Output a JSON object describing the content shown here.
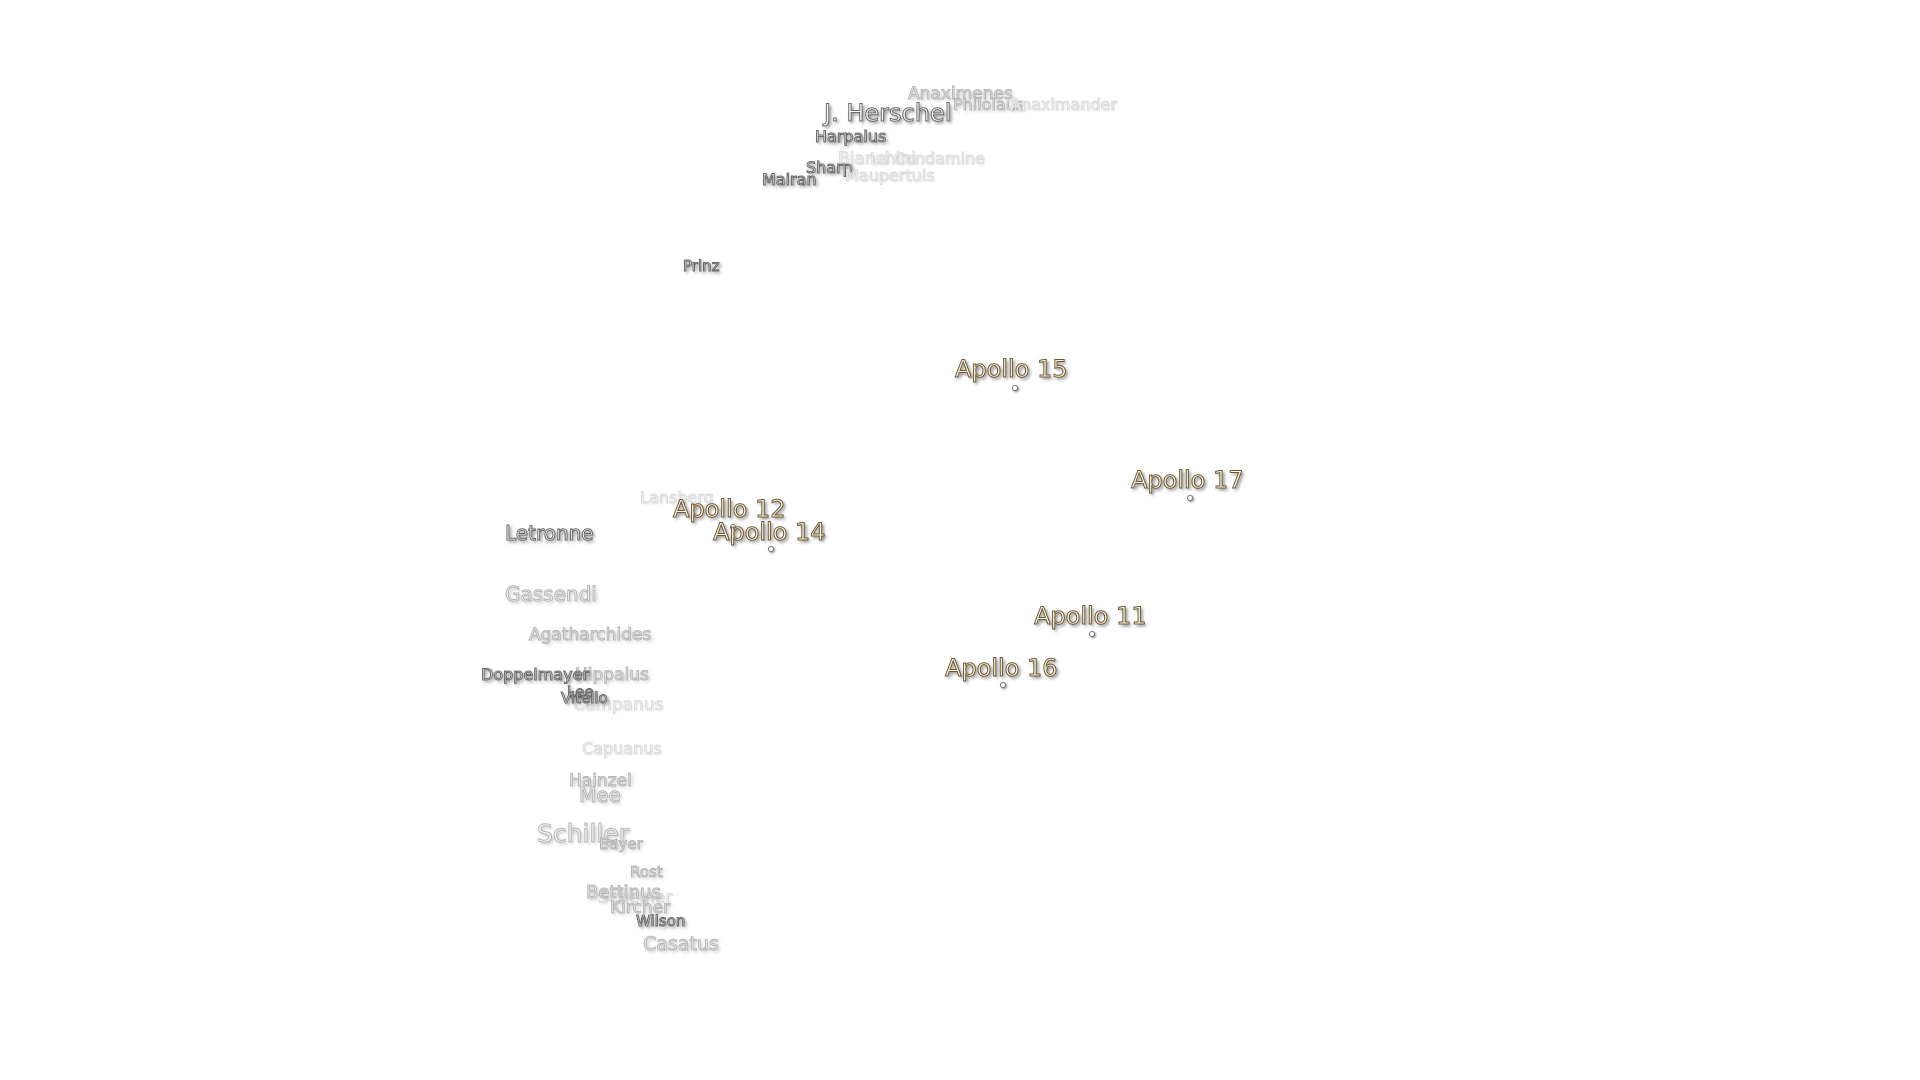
{
  "map": {
    "crater_labels": {
      "anaximenes": "Anaximenes",
      "philolaus": "Philolaus",
      "anaximander_ghost": "Anaximander",
      "j_herschel": "J. Herschel",
      "harpalus": "Harpalus",
      "bianchini_ghost": "Bianchini",
      "la_condamine_ghost": "La Condamine",
      "sharp": "Sharp",
      "maupertuis_ghost": "Maupertuis",
      "mairan": "Mairan",
      "prinz": "Prinz",
      "letronne": "Letronne",
      "lansberg_ghost": "Lansberg",
      "gassendi": "Gassendi",
      "agatharchides": "Agatharchides",
      "doppelmayer": "Doppelmayer",
      "hippalus": "Hippalus",
      "vitello": "Vitello",
      "lee": "Lee",
      "campanus": "Campanus",
      "capuanus_ghost": "Capuanus",
      "hainzel": "Hainzel",
      "mee": "Mee",
      "schiller": "Schiller",
      "bayer": "Bayer",
      "rost": "Rost",
      "bettinus": "Bettinus",
      "scheiner_ghost": "Scheiner",
      "kircher": "Kircher",
      "wilson": "Wilson",
      "casatus": "Casatus"
    },
    "apollo_labels": {
      "apollo_15": "Apollo 15",
      "apollo_17": "Apollo 17",
      "apollo_12": "Apollo 12",
      "apollo_14": "Apollo 14",
      "apollo_11": "Apollo 11",
      "apollo_16": "Apollo 16"
    },
    "colors": {
      "background": "#ffffff",
      "crater_fill": "#ffffff",
      "crater_outline": "#6a6a6a",
      "apollo_fill": "#fff6dc",
      "apollo_outline": "#6b5a3a"
    }
  }
}
